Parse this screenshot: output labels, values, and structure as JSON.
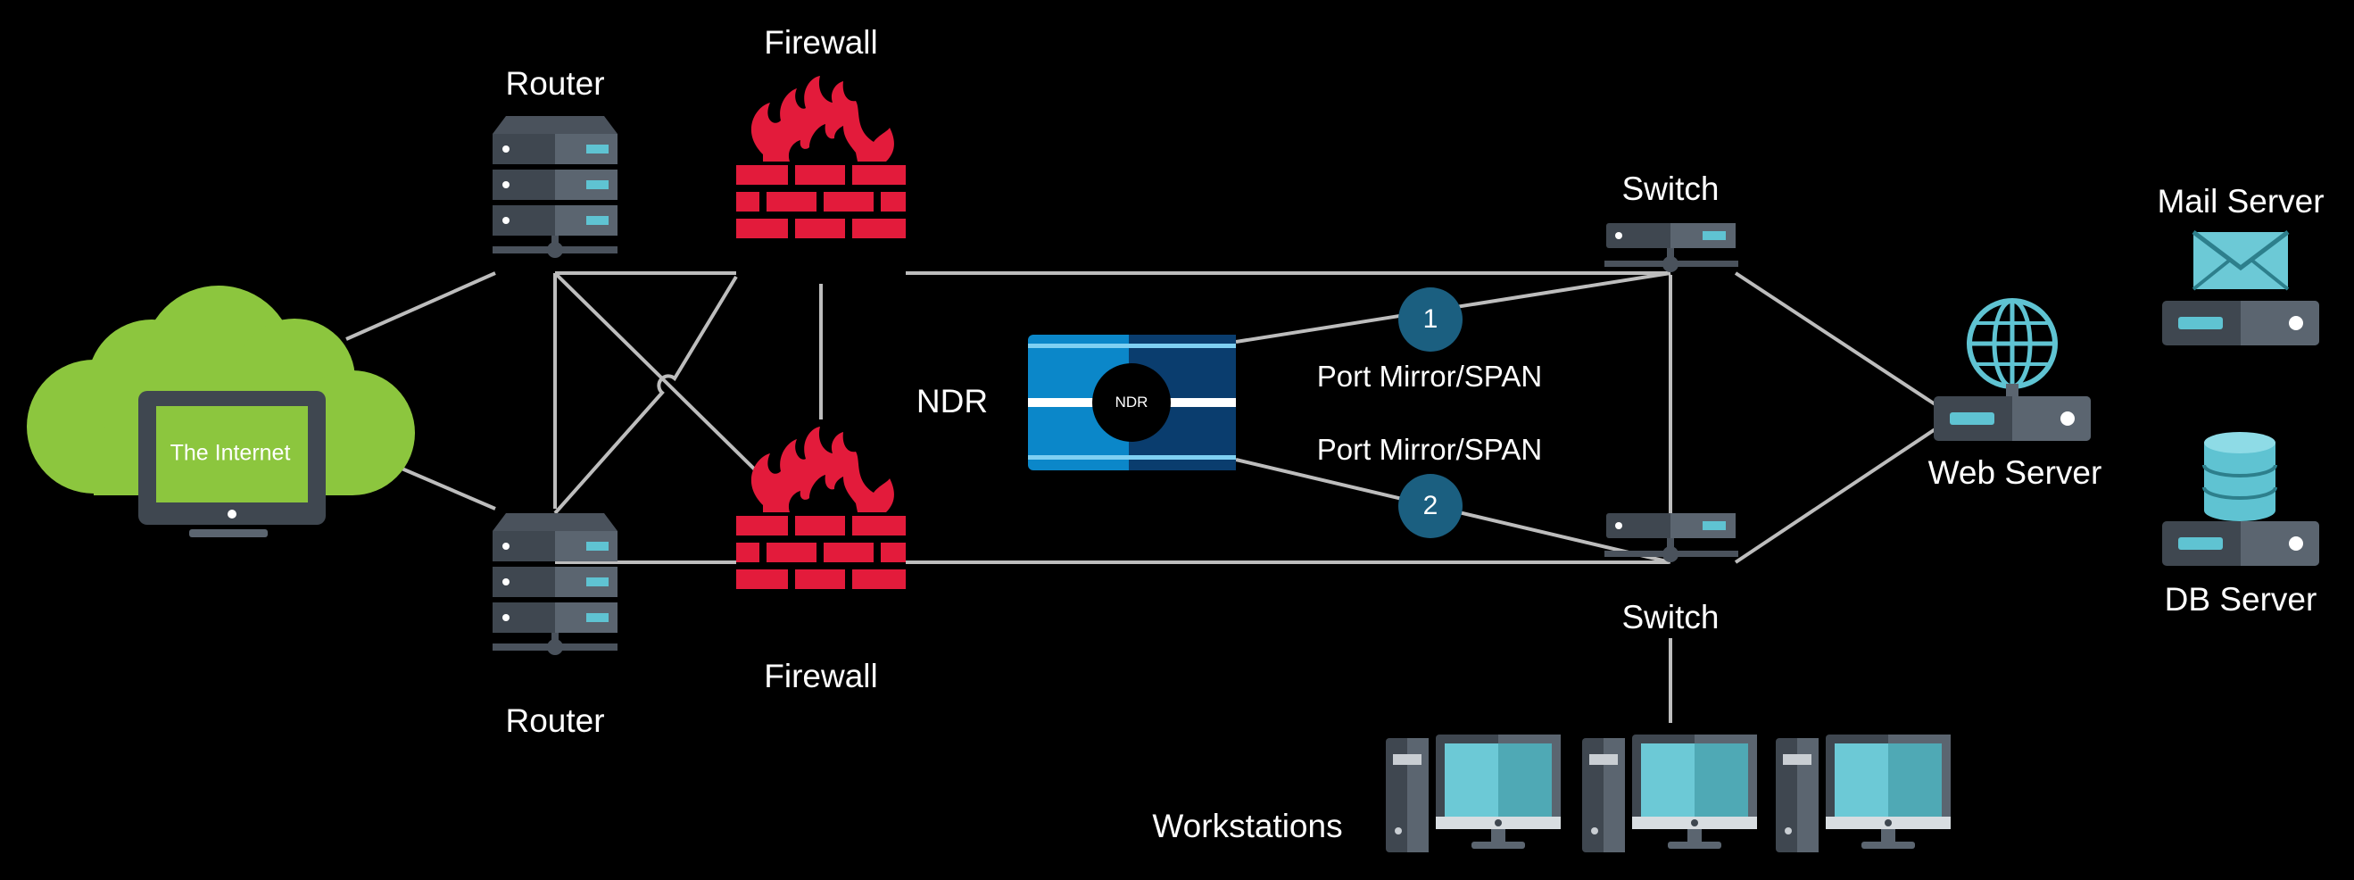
{
  "labels": {
    "internet": "The Internet",
    "router_top": "Router",
    "router_bottom": "Router",
    "firewall_top": "Firewall",
    "firewall_bottom": "Firewall",
    "ndr": "NDR",
    "ndr_badge": "NDR",
    "port_mirror_1": "Port Mirror/SPAN",
    "port_mirror_2": "Port Mirror/SPAN",
    "mirror_num_1": "1",
    "mirror_num_2": "2",
    "switch_top": "Switch",
    "switch_bottom": "Switch",
    "web_server": "Web Server",
    "mail_server": "Mail Server",
    "db_server": "DB Server",
    "workstations": "Workstations"
  },
  "colors": {
    "background": "#000000",
    "cloud": "#8cc63e",
    "firewall": "#e31b3b",
    "device_dark": "#3f4750",
    "device_light": "#5b6570",
    "accent_cyan": "#5fc3d2",
    "ndr_blue": "#0b87c9",
    "ndr_dark": "#0a3d6e",
    "mirror_circle": "#1b5f80",
    "link_line": "#bdbdbd"
  },
  "icons": {
    "internet": "cloud-monitor-icon",
    "router": "server-stack-icon",
    "firewall": "brick-wall-flame-icon",
    "ndr": "ndr-appliance-icon",
    "switch": "network-switch-icon",
    "web_server": "globe-server-icon",
    "mail_server": "envelope-server-icon",
    "db_server": "database-server-icon",
    "workstation": "desktop-computer-icon"
  }
}
